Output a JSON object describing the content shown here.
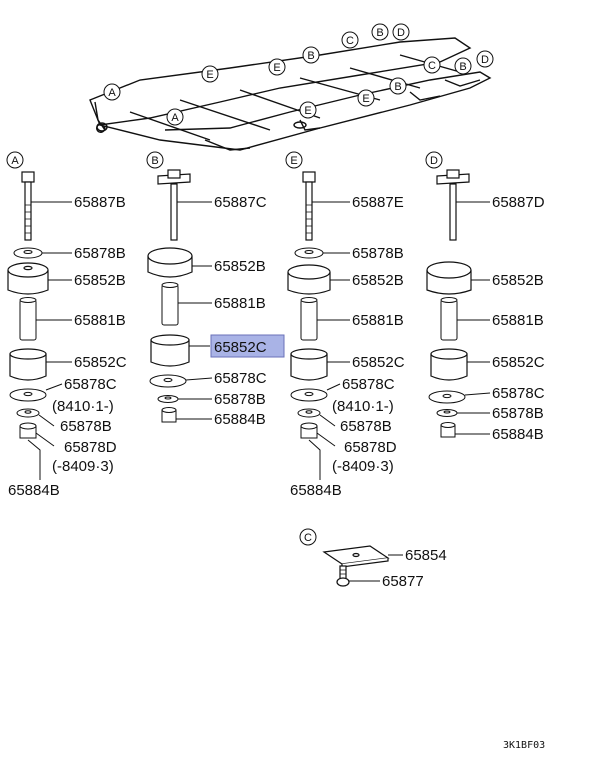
{
  "columns": [
    {
      "marker": "A",
      "parts": [
        "65887B",
        "65878B",
        "65852B",
        "65881B",
        "65852C",
        "65878C",
        "65878B",
        "65878D"
      ],
      "note_top": "(8410·1-)",
      "note_bottom": "(-8409·3)",
      "nut": "65884B"
    },
    {
      "marker": "B",
      "parts": [
        "65887C",
        "65852B",
        "65881B",
        "65852C",
        "65878C",
        "65878B",
        "65884B"
      ]
    },
    {
      "marker": "E",
      "parts": [
        "65887E",
        "65878B",
        "65852B",
        "65881B",
        "65852C",
        "65878C",
        "65878B",
        "65878D"
      ],
      "note_top": "(8410·1-)",
      "note_bottom": "(-8409·3)",
      "nut": "65884B"
    },
    {
      "marker": "D",
      "parts": [
        "65887D",
        "65852B",
        "65881B",
        "65852C",
        "65878C",
        "65878B",
        "65884B"
      ]
    }
  ],
  "highlighted_part": "65852C",
  "detail_c": {
    "marker": "C",
    "parts": [
      "65854",
      "65877"
    ]
  },
  "frame_markers": [
    "A",
    "A",
    "E",
    "E",
    "B",
    "C",
    "B",
    "D",
    "C",
    "B",
    "D",
    "E",
    "E",
    "B"
  ],
  "footer_code": "3K1BF03",
  "colors": {
    "highlight_fill": "#a9b3e6",
    "highlight_stroke": "#6a72b8",
    "line": "#111111"
  }
}
